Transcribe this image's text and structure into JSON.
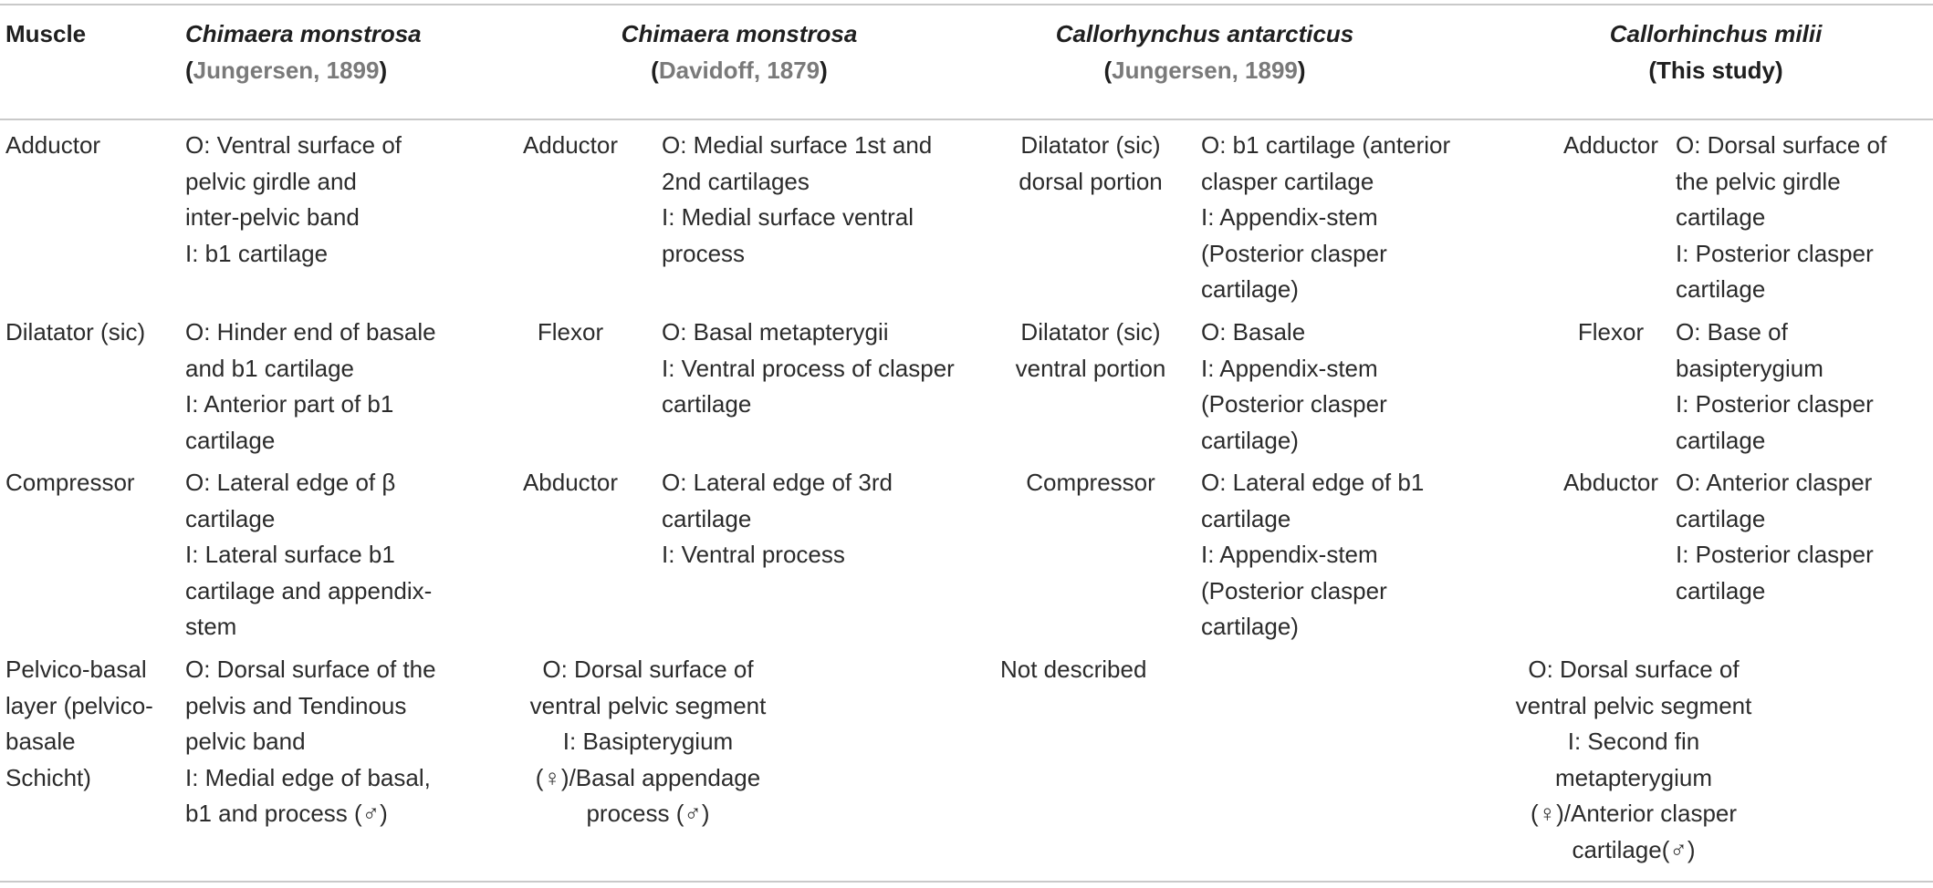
{
  "table": {
    "header": {
      "muscle_label": "Muscle",
      "columns": [
        {
          "species": "Chimaera monstrosa",
          "ref_open": "(",
          "ref_name": "Jungersen, 1899",
          "ref_close": ")"
        },
        {
          "species": "Chimaera monstrosa",
          "ref_open": "(",
          "ref_name": "Davidoff, 1879",
          "ref_close": ")"
        },
        {
          "species": "Callorhynchus antarcticus",
          "ref_open": "(",
          "ref_name": "Jungersen, 1899",
          "ref_close": ")"
        },
        {
          "species": "Callorhinchus milii",
          "ref_open": "",
          "ref_name": "",
          "ref_close": "",
          "ref_plain": "(This study)"
        }
      ]
    },
    "rows": [
      {
        "muscle": [
          "Adductor"
        ],
        "jung_chim": [
          "O: Ventral surface of",
          "pelvic girdle and",
          "inter-pelvic band",
          "I: b1 cartilage"
        ],
        "dav_name": [
          "Adductor"
        ],
        "dav_desc": [
          "O: Medial surface 1st and",
          "2nd cartilages",
          "I: Medial surface ventral",
          "process"
        ],
        "jung_call_name": [
          "Dilatator (sic)",
          "dorsal portion"
        ],
        "jung_call_desc": [
          "O: b1 cartilage (anterior",
          "clasper cartilage",
          "I: Appendix-stem",
          "(Posterior clasper",
          "cartilage)"
        ],
        "study_name": [
          "Adductor"
        ],
        "study_desc": [
          "O: Dorsal surface of",
          "the pelvic girdle",
          "cartilage",
          "I: Posterior clasper",
          "cartilage"
        ]
      },
      {
        "muscle": [
          "Dilatator (sic)"
        ],
        "jung_chim": [
          "O: Hinder end of basale",
          "and b1 cartilage",
          "I: Anterior part of b1",
          "cartilage"
        ],
        "dav_name": [
          "Flexor"
        ],
        "dav_desc": [
          "O: Basal metapterygii",
          "I: Ventral process of clasper",
          "cartilage"
        ],
        "jung_call_name": [
          "Dilatator (sic)",
          "ventral portion"
        ],
        "jung_call_desc": [
          "O: Basale",
          "I: Appendix-stem",
          "(Posterior clasper",
          "cartilage)"
        ],
        "study_name": [
          "Flexor"
        ],
        "study_desc": [
          "O: Base of",
          "basipterygium",
          "I: Posterior clasper",
          "cartilage"
        ]
      },
      {
        "muscle": [
          "Compressor"
        ],
        "jung_chim": [
          "O: Lateral edge of β",
          "cartilage",
          "I: Lateral surface b1",
          "cartilage and appendix-",
          "stem"
        ],
        "dav_name": [
          "Abductor"
        ],
        "dav_desc": [
          "O: Lateral edge of 3rd",
          "cartilage",
          "I: Ventral process"
        ],
        "jung_call_name": [
          "Compressor"
        ],
        "jung_call_desc": [
          "O: Lateral edge of b1",
          "cartilage",
          "I: Appendix-stem",
          "(Posterior clasper",
          "cartilage)"
        ],
        "study_name": [
          "Abductor"
        ],
        "study_desc": [
          "O: Anterior clasper",
          "cartilage",
          "I: Posterior clasper",
          "cartilage"
        ]
      },
      {
        "muscle": [
          "Pelvico-basal",
          "layer (pelvico-",
          "basale",
          "Schicht)"
        ],
        "jung_chim": [
          "O: Dorsal surface of the",
          "pelvis and Tendinous",
          "pelvic band",
          "I: Medial edge of basal,",
          "b1 and process (♂)"
        ],
        "dav_merged": [
          "O: Dorsal surface of",
          "ventral pelvic segment",
          "I: Basipterygium",
          "(♀)/Basal appendage",
          "process (♂)"
        ],
        "jung_call_merged": [
          "Not described"
        ],
        "study_merged": [
          "O: Dorsal surface of",
          "ventral pelvic segment",
          "I: Second fin",
          "metapterygium",
          "(♀)/Anterior clasper",
          "cartilage(♂)"
        ]
      }
    ]
  }
}
